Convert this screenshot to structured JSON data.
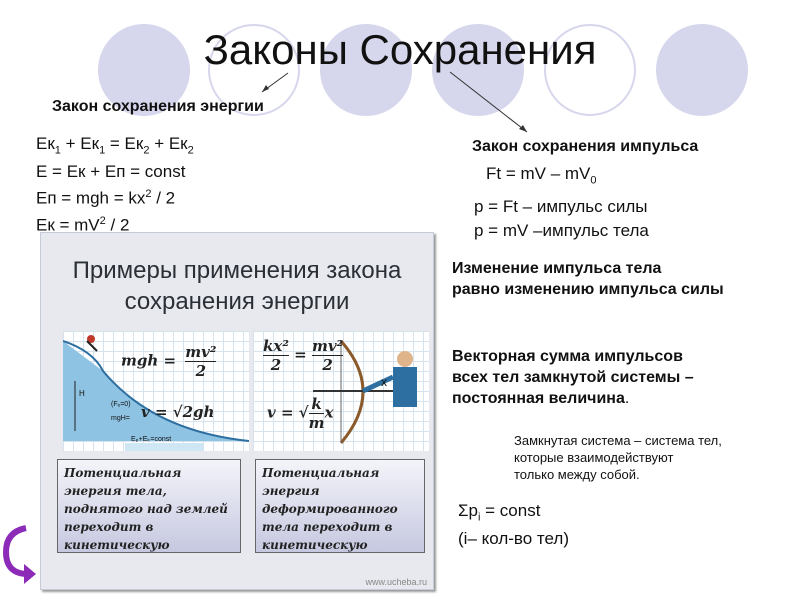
{
  "title": "Законы Сохранения",
  "energy": {
    "heading": "Закон сохранения энергии",
    "line1": {
      "a": "Ек",
      "s1": "1",
      "b": " + Ек",
      "s2": "1",
      "c": " = Ек",
      "s3": "2",
      "d": " + Ек",
      "s4": "2"
    },
    "line2": "Е = Ек + Еп = const",
    "line3": {
      "a": "Еп = mgh = kx",
      "sup": "2",
      "b": " / 2"
    },
    "line4": {
      "a": "Ек = mV",
      "sup": "2",
      "b": " / 2"
    }
  },
  "momentum": {
    "heading": "Закон сохранения импульса",
    "formula": {
      "a": "Ft = mV – mV",
      "sub": "0"
    },
    "def1": "p = Ft – импульс силы",
    "def2": "p = mV –импульс тела",
    "change1": "Изменение импульса тела",
    "change2": "равно изменению импульса силы",
    "vector1": "Векторная сумма импульсов",
    "vector2": "всех тел замкнутой системы  –",
    "vector3": "постоянная величина",
    "vector_dot": ".",
    "closed1": "Замкнутая система – система тел,",
    "closed2": "которые взаимодействуют",
    "closed3": "только между собой.",
    "sum": {
      "a": "Σp",
      "sub": "i",
      "b": " = const"
    },
    "sum_note": "(i– кол-во тел)"
  },
  "panel": {
    "title1": "Примеры применения закона",
    "title2": "сохранения энергии",
    "f1": "mgh =",
    "f1_frac_top": "mv²",
    "f1_frac_bot": "2",
    "f2": "v = √2gh",
    "f3_top": "kx²",
    "f3_bot": "2",
    "f3_eq": "=",
    "f3_top2": "mv²",
    "f3_bot2": "2",
    "f4": "v =",
    "f4_top": "k",
    "f4_bot": "m",
    "f4_x": "x",
    "slope_label_h": "H",
    "slope_label_f": "(Fₑ=0)",
    "slope_label_mg": "mgH=",
    "slope_label_c": "Eₚ+Eₖ=const",
    "callout_left": "Потенциальная энергия тела, поднятого над землей переходит в кинетическую",
    "callout_right": "Потенциальная энергия деформированного тела переходит в кинетическую",
    "arrow_x": "x",
    "watermark": "www.ucheba.ru"
  },
  "colors": {
    "circle": "#d6d6ec",
    "nav_arrow": "#8b2bb8",
    "panel_bg": "#e7e9ef"
  },
  "icons": [
    "return-arrow-icon",
    "pointer-arrow-icon"
  ]
}
